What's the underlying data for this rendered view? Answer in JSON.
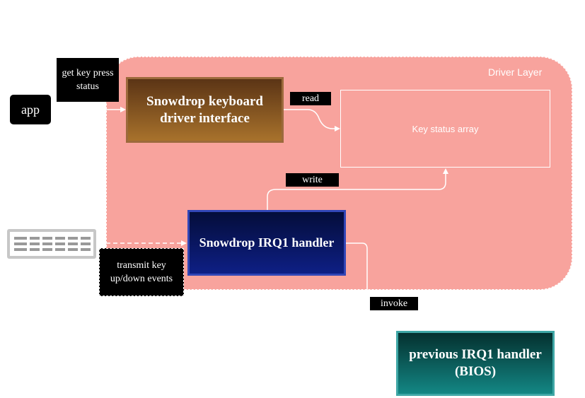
{
  "driver_layer": {
    "label": "Driver Layer"
  },
  "app": {
    "label": "app"
  },
  "labels": {
    "get_key_press": "get key press status",
    "read": "read",
    "write": "write",
    "invoke": "invoke",
    "transmit": "transmit key up/down events"
  },
  "boxes": {
    "keyboard_driver": "Snowdrop keyboard driver interface",
    "key_status_array": "Key status array",
    "irq1_handler": "Snowdrop IRQ1 handler",
    "bios_handler": "previous IRQ1 handler (BIOS)"
  },
  "icons": {
    "keyboard": "keyboard-icon"
  },
  "colors": {
    "driver_layer_fill": "#f8a39d",
    "keyboard_driver_fill": "#7a4a1f",
    "irq1_fill": "#0b1a6e",
    "bios_fill": "#0c5e5c",
    "connector": "#ffffff"
  }
}
